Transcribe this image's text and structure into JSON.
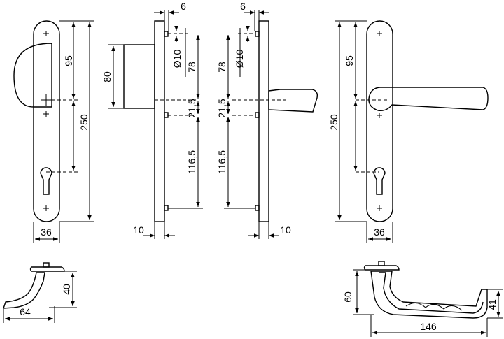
{
  "dimensions": {
    "left_36": "36",
    "left_95": "95",
    "left_250": "250",
    "rose_80": "80",
    "back1_6": "6",
    "back1_d10": "Ø10",
    "back1_78": "78",
    "back1_215": "21,5",
    "back1_1165": "116,5",
    "back1_10": "10",
    "back2_6": "6",
    "back2_d10": "Ø10",
    "back2_78": "78",
    "back2_215": "21,5",
    "back2_1165": "116,5",
    "back2_10": "10",
    "right_250": "250",
    "right_95": "95",
    "right_36": "36",
    "knob_40": "40",
    "knob_64": "64",
    "lever_60": "60",
    "lever_41": "41",
    "lever_146": "146"
  }
}
